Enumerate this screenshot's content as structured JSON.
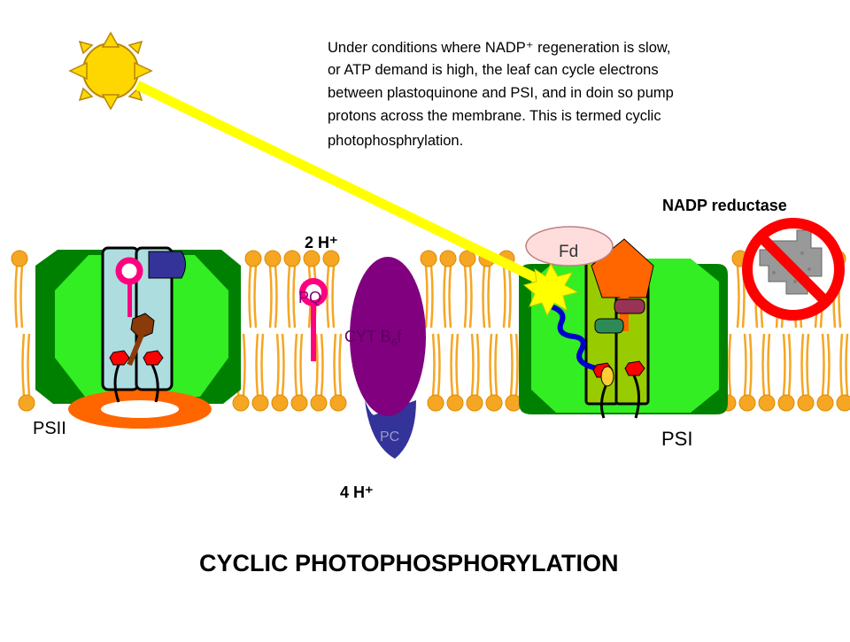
{
  "description": {
    "lines": [
      "Under conditions where NADP⁺ regeneration is slow,",
      "or ATP demand is high, the leaf can cycle electrons",
      "between plastoquinone and PSI, and in doin so pump",
      "protons across the membrane.  This is termed cyclic",
      "photophosphrylation."
    ]
  },
  "labels": {
    "nadp_reductase": "NADP reductase",
    "fd": "Fd",
    "proton_top": "2 H⁺",
    "pq": "PQ",
    "cyt_main": "CYT B",
    "cyt_sub": "6",
    "cyt_end": "f",
    "pc": "PC",
    "proton_bottom": "4 H⁺",
    "psii": "PSII",
    "psi": "PSI",
    "title": "CYCLIC PHOTOPHOSPHORYLATION"
  },
  "colors": {
    "lipid": "#F5A623",
    "complex_dark": "#008000",
    "complex_light": "#33EE22",
    "cyt": "#800080",
    "pc": "#333399",
    "pq": "#FF0080",
    "sun": "#FFD700",
    "light_beam": "#FFFF00",
    "fd": "#FFDDDD",
    "reductase": "#FF6600",
    "no_sign": "#FF0000"
  }
}
